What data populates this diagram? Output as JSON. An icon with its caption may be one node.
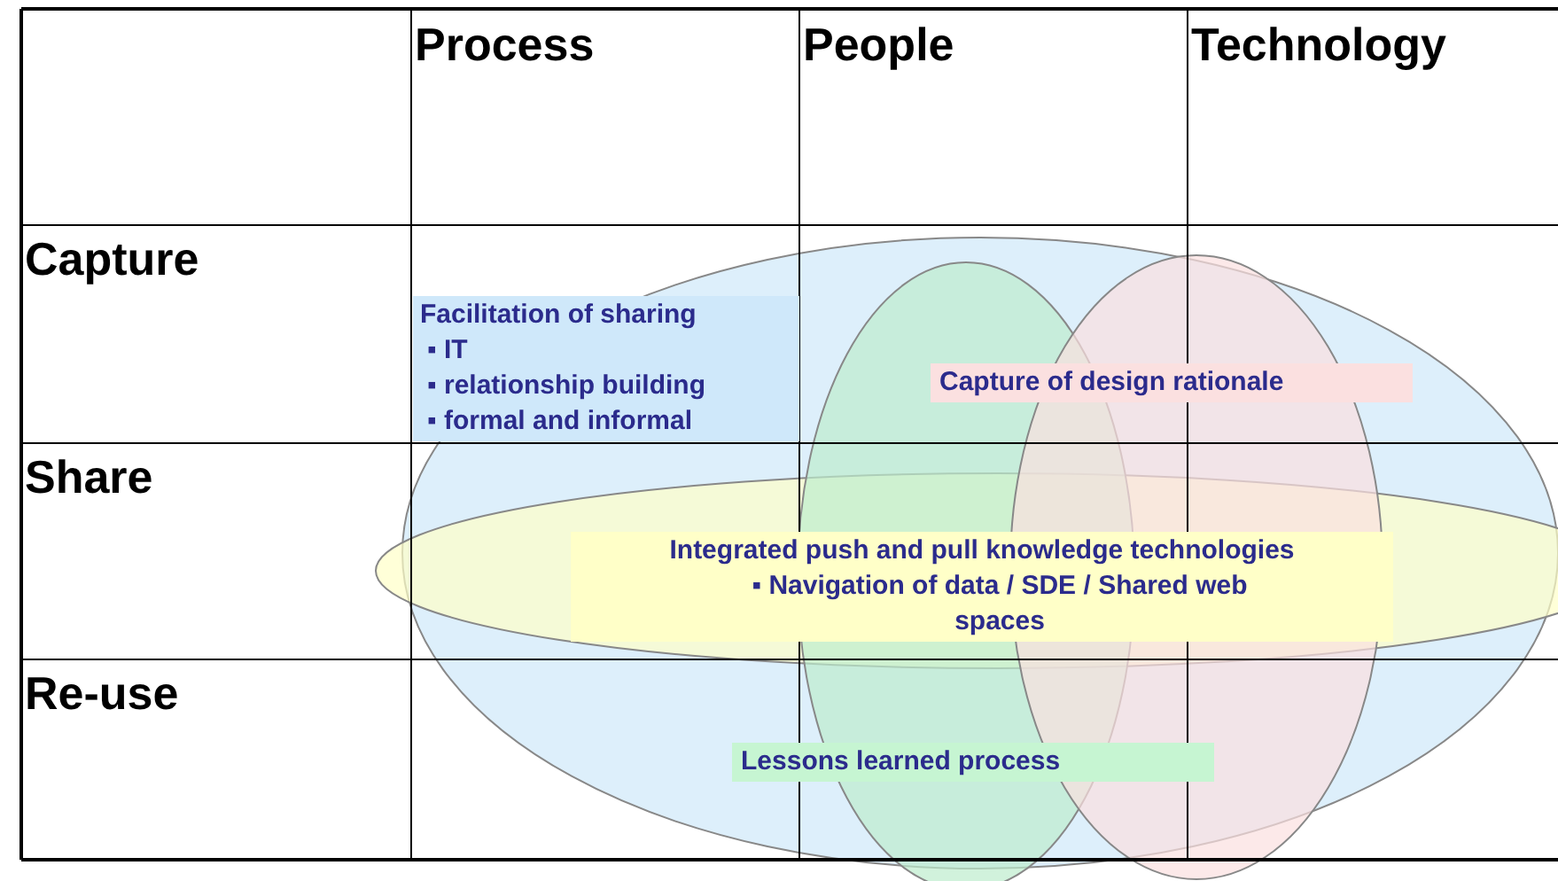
{
  "diagram": {
    "nodes": [
      {
        "text": [
          "Facilitation of sharing",
          "▪ IT",
          "▪ relationship building",
          "▪ formal and informal"
        ]
      },
      {
        "text": [
          "Capture of design rationale"
        ]
      },
      {
        "text": [
          "Integrated push and pull knowledge technologies",
          "▪ Navigation of data / SDE / Shared web spaces"
        ]
      },
      {
        "text": [
          "Lessons learned process"
        ]
      }
    ],
    "labels": [
      "Process",
      "People",
      "Technology",
      "Capture",
      "Share",
      "Re-use"
    ]
  }
}
